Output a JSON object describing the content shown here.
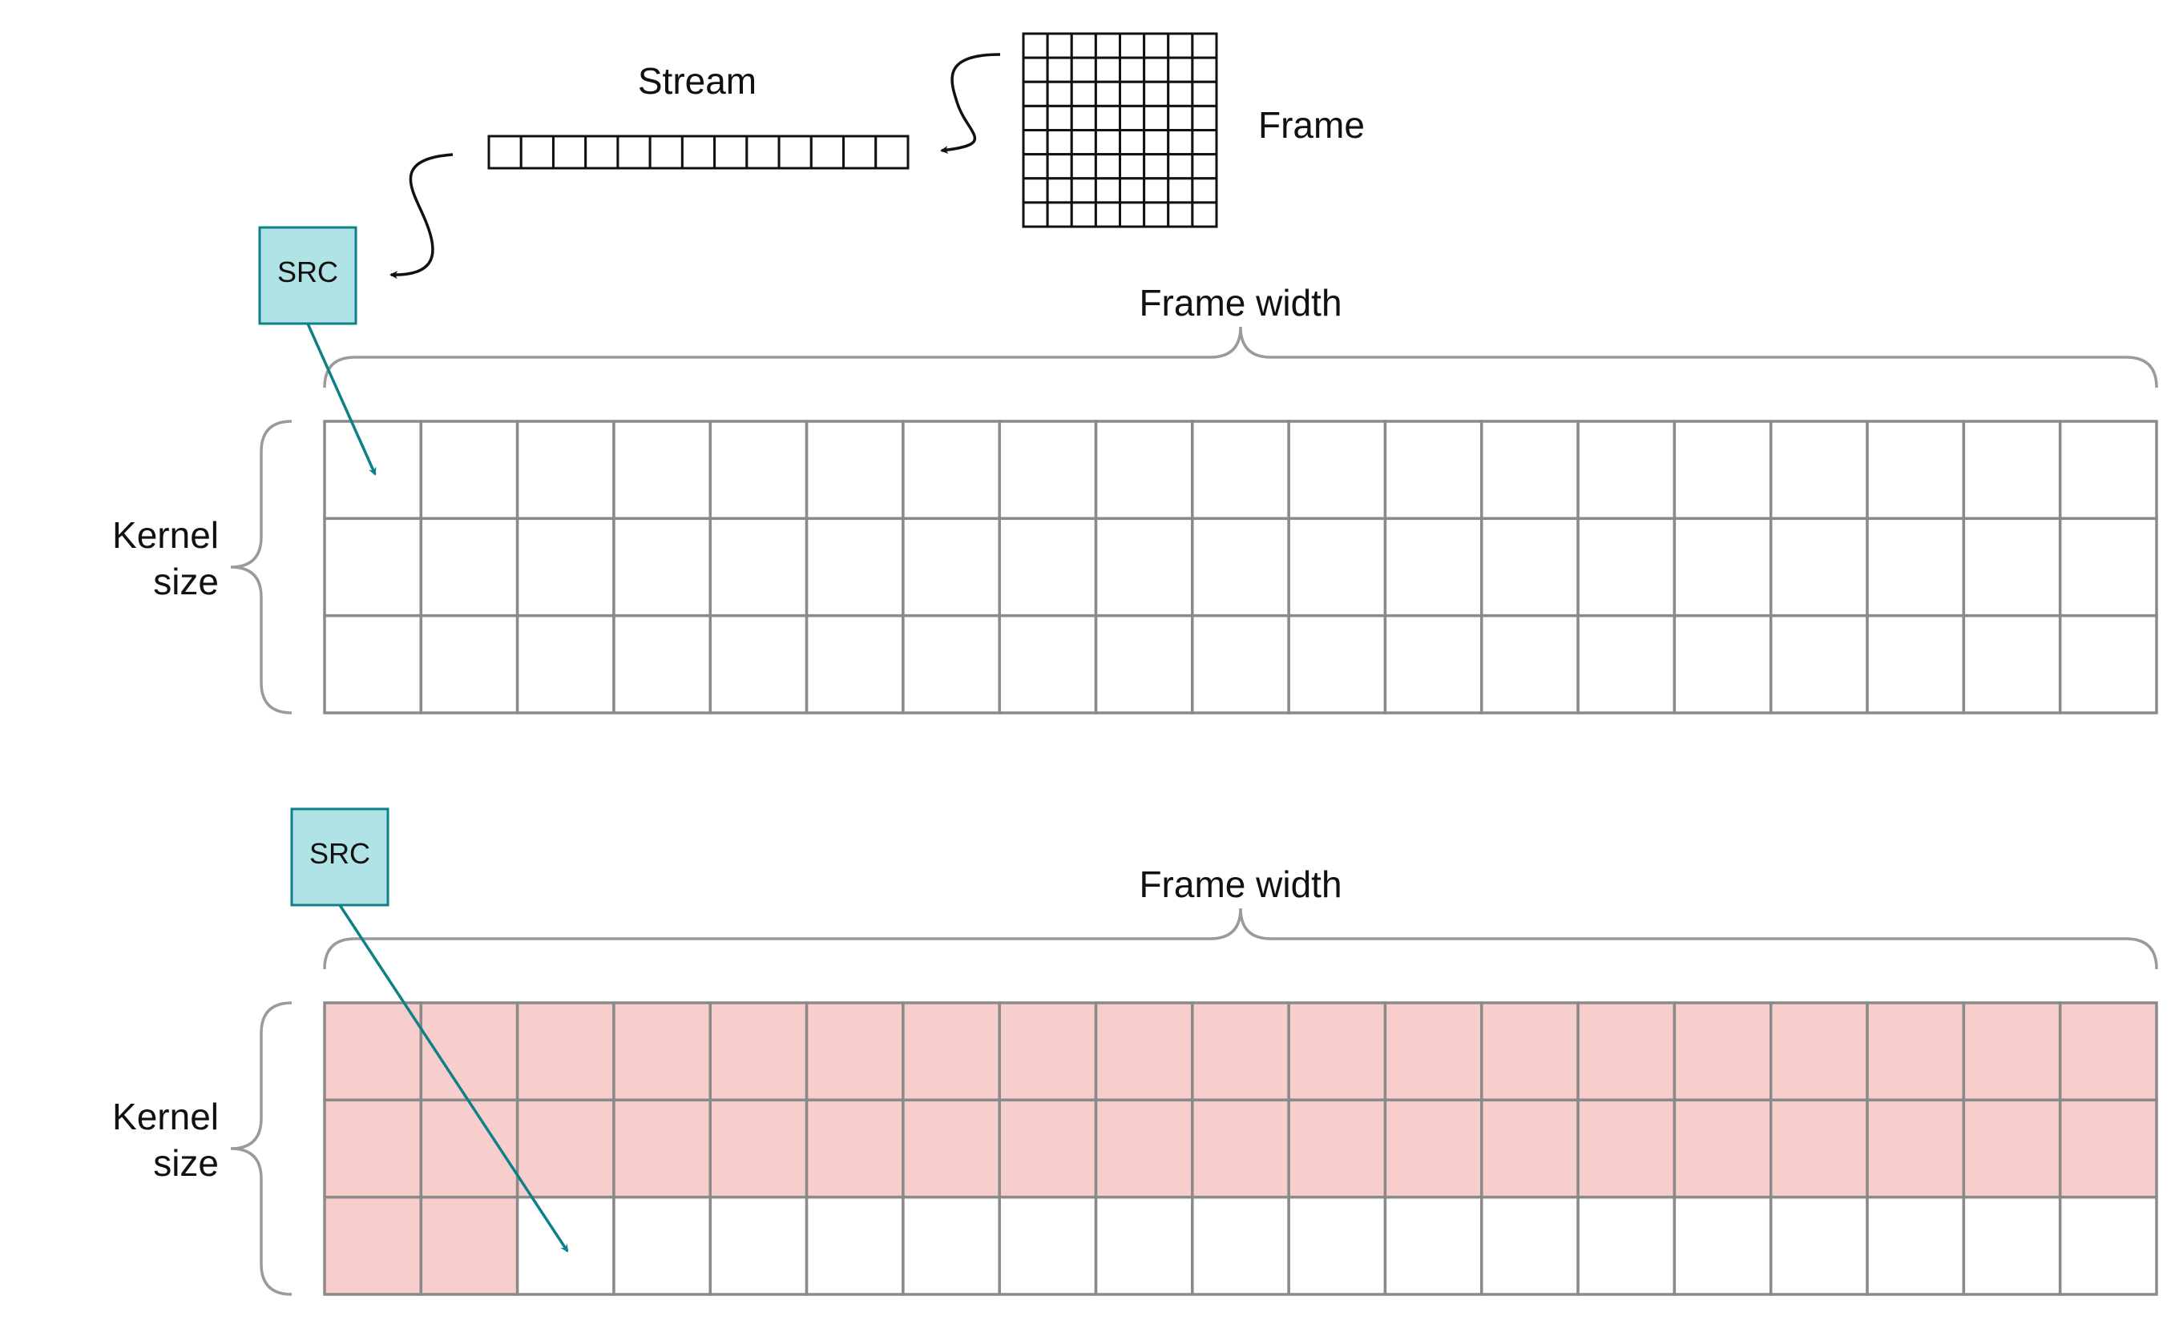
{
  "top": {
    "stream_label": "Stream",
    "frame_label": "Frame",
    "src_label": "SRC",
    "stream_cells": 13,
    "frame_rows": 8,
    "frame_cols": 8
  },
  "panel1": {
    "src_label": "SRC",
    "width_label": "Frame width",
    "kernel_label_line1": "Kernel",
    "kernel_label_line2": "size",
    "rows": 3,
    "cols": 19,
    "filled_full_rows": 0,
    "filled_cells_last_row": 0
  },
  "panel2": {
    "src_label": "SRC",
    "width_label": "Frame width",
    "kernel_label_line1": "Kernel",
    "kernel_label_line2": "size",
    "rows": 3,
    "cols": 19,
    "filled_full_rows": 2,
    "filled_cells_last_row": 2
  },
  "colors": {
    "src_fill": "#b0e3e6",
    "src_stroke": "#0e8088",
    "arrow": "#0e8088",
    "buffer_fill": "#f8cecc",
    "grid_stroke": "#8a8a8a",
    "brace_stroke": "#9a9a9a",
    "ink": "#111111"
  }
}
